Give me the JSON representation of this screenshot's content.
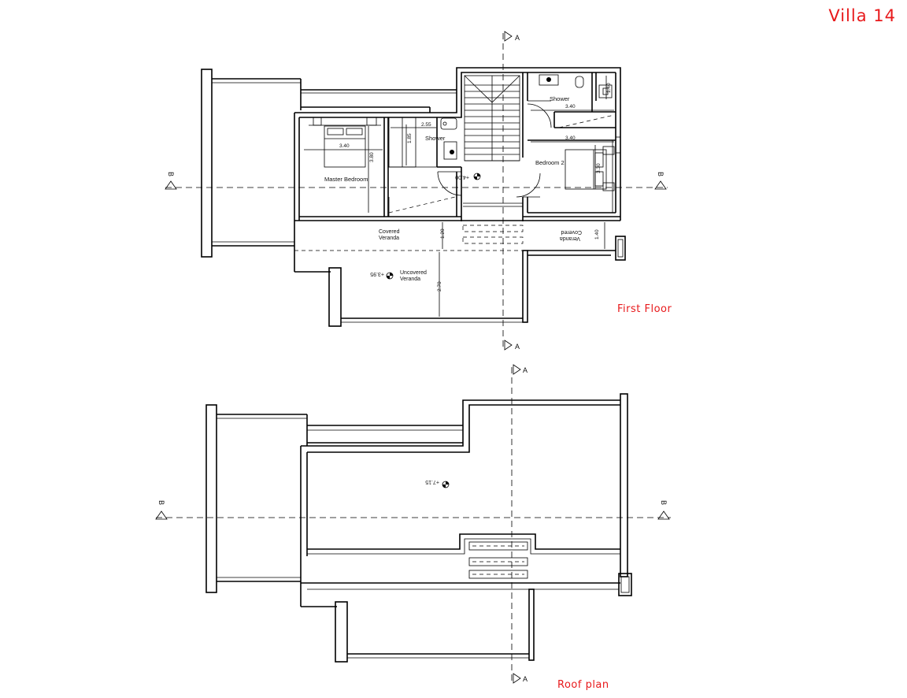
{
  "title": "Villa 14",
  "colors": {
    "title_red": "#e8191b",
    "line": "#000000",
    "background": "#ffffff"
  },
  "section_markers": {
    "a": "A",
    "b": "B"
  },
  "first_floor": {
    "title": "First Floor",
    "rooms": {
      "master_bedroom": "Master Bedroom",
      "shower_left": "Shower",
      "shower_right": "Shower",
      "bedroom2": "Bedroom 2",
      "covered_veranda_1": "Covered",
      "covered_veranda_2": "Veranda",
      "covered_veranda_mirror_1": "Covered",
      "covered_veranda_mirror_2": "Veranda",
      "uncovered_veranda_1": "Uncovered",
      "uncovered_veranda_2": "Veranda"
    },
    "dimensions": {
      "master_width": "3.40",
      "master_depth": "3.80",
      "shower_left_width": "2.55",
      "shower_left_depth": "1.85",
      "shower_right_width": "3.40",
      "shower_right_depth": "1.40",
      "bedroom2_width": "3.40",
      "bedroom2_depth": "3.30",
      "covered_veranda_depth": "1.20",
      "uncovered_veranda_depth": "2.70",
      "right_veranda_depth": "1.40"
    },
    "levels": {
      "floor_level": "+4.00",
      "uncovered_veranda_level": "+3.95"
    }
  },
  "roof_plan": {
    "title": "Roof plan",
    "levels": {
      "roof_level": "+7.15"
    }
  }
}
